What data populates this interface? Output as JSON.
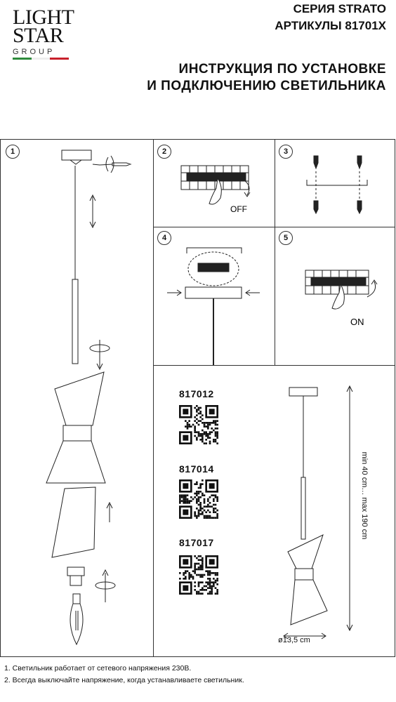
{
  "logo": {
    "line1": "LIGHT",
    "line2": "STAR",
    "line3": "GROUP",
    "flag_colors": [
      "#2e8b3c",
      "#ffffff",
      "#c8202b"
    ]
  },
  "header": {
    "series": "СЕРИЯ STRATO",
    "articles": "АРТИКУЛЫ 81701X",
    "title_line1": "ИНСТРУКЦИЯ ПО УСТАНОВКЕ",
    "title_line2": "И ПОДКЛЮЧЕНИЮ СВЕТИЛЬНИКА"
  },
  "steps": [
    "1",
    "2",
    "3",
    "4",
    "5"
  ],
  "labels": {
    "off": "OFF",
    "on": "ON"
  },
  "models": [
    {
      "code": "817012"
    },
    {
      "code": "817014"
    },
    {
      "code": "817017"
    }
  ],
  "dimensions": {
    "height": "min 40 cm… max 190 cm",
    "diameter": "ø13,5 cm"
  },
  "notes": [
    "1. Светильник работает от сетевого напряжения 230В.",
    "2. Всегда выключайте напряжение, когда устанавливаете светильник."
  ]
}
